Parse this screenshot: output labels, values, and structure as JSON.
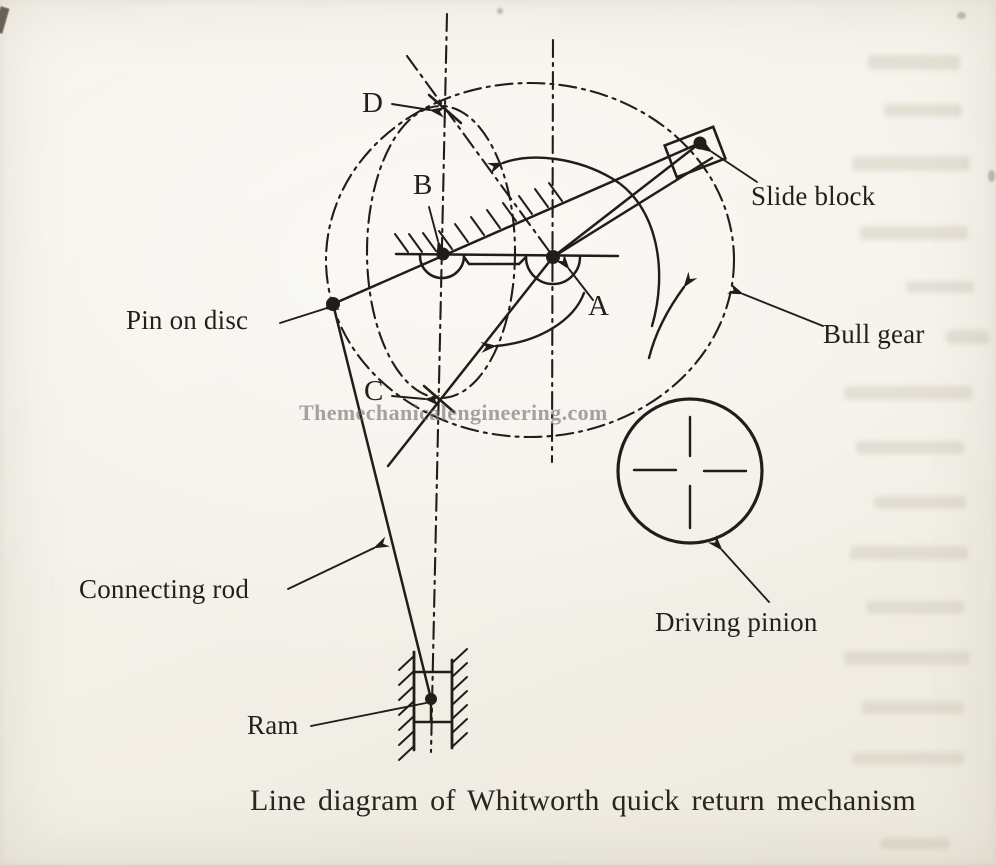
{
  "figure": {
    "caption": "Line diagram of Whitworth quick return mechanism",
    "watermark": "Themechanicalengineering.com"
  },
  "labels": {
    "point_d": "D",
    "point_b": "B",
    "point_a": "A",
    "point_c": "C",
    "slide_block": "Slide block",
    "pin_on_disc": "Pin on disc",
    "bull_gear": "Bull gear",
    "connecting_rod": "Connecting rod",
    "driving_pinion": "Driving pinion",
    "ram": "Ram"
  },
  "colors": {
    "ink": "#211d19",
    "paper": "#f3f0e8",
    "watermark_gray": "#706e6a"
  }
}
